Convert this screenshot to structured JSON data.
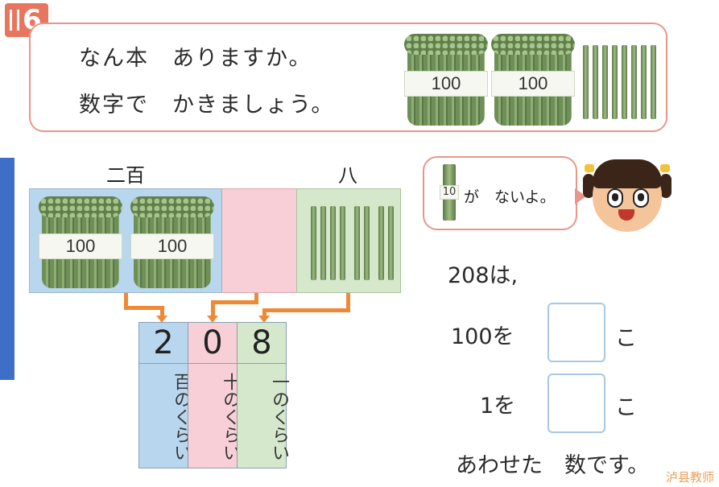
{
  "problem": {
    "number": "6",
    "line1": "なん本　ありますか。",
    "line2": "数字で　かきましょう。"
  },
  "bundle_label": "100",
  "hundreds_label": "二百",
  "tens_label": "八",
  "table": {
    "digits": [
      "2",
      "0",
      "8"
    ],
    "places": [
      "百のくらい",
      "十のくらい",
      "一のくらい"
    ]
  },
  "bubble": {
    "ten_bundle_label": "10",
    "text": "が　ないよ。"
  },
  "answer": {
    "intro": "208は,",
    "row1_prefix": "100を",
    "row1_suffix": "こ",
    "row2_prefix": "1を",
    "row2_suffix": "こ",
    "closing": "あわせた　数です。"
  },
  "watermark": "泸县教师",
  "colors": {
    "accent_red": "#e8765e",
    "border_pink": "#e9968a",
    "hundreds_blue": "#b9d6ef",
    "tens_pink": "#f8cfd6",
    "ones_green": "#d6e8cc",
    "arrow_orange": "#ee8a36"
  }
}
